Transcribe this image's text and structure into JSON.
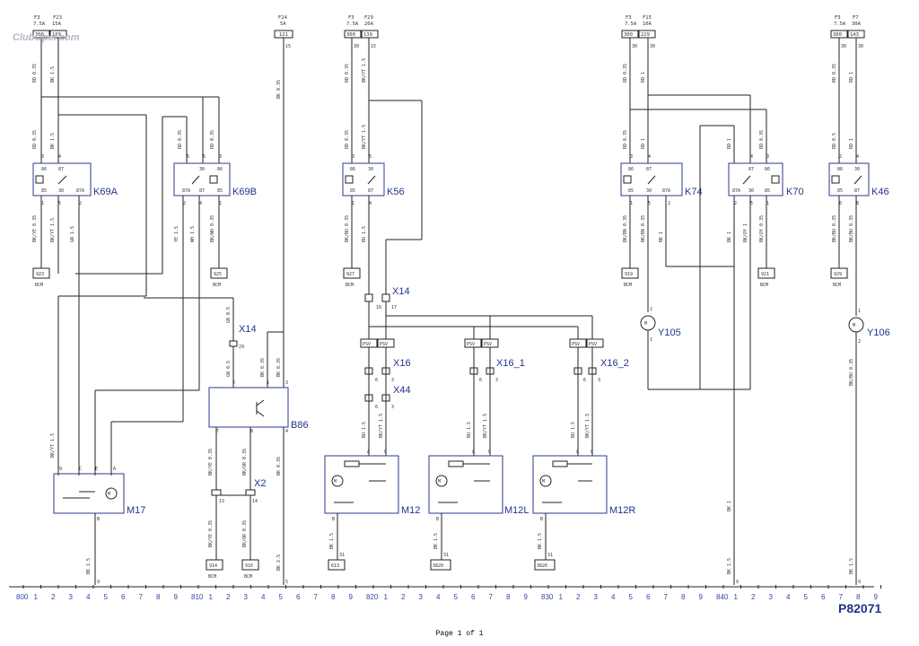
{
  "watermark": "ClubOpel.com",
  "page_label": "Page 1 of 1",
  "diagram_number": "P82071",
  "fuses": [
    {
      "name": "F3",
      "rating": "7.5A",
      "tag": "300"
    },
    {
      "name": "F23",
      "rating": "15A",
      "tag": "129"
    },
    {
      "name": "F24",
      "rating": "5A",
      "tag": "121"
    },
    {
      "name": "F3",
      "rating": "7.5A",
      "tag": "300"
    },
    {
      "name": "F29",
      "rating": "20A",
      "tag": "139"
    },
    {
      "name": "F3",
      "rating": "7.5A",
      "tag": "300"
    },
    {
      "name": "F15",
      "rating": "10A",
      "tag": "229"
    },
    {
      "name": "F3",
      "rating": "7.5A",
      "tag": "300"
    },
    {
      "name": "F7",
      "rating": "30A",
      "tag": "143"
    }
  ],
  "components": {
    "k69a": "K69A",
    "k69b": "K69B",
    "k56": "K56",
    "k74": "K74",
    "k70": "K70",
    "k46": "K46",
    "x14a": "X14",
    "x14b": "X14",
    "x16": "X16",
    "x16_1": "X16_1",
    "x16_2": "X16_2",
    "x44": "X44",
    "x2": "X2",
    "b86": "B86",
    "m17": "M17",
    "m12": "M12",
    "m12l": "M12L",
    "m12r": "M12R",
    "y105": "Y105",
    "y106": "Y106"
  },
  "connectors": [
    {
      "tag": "923",
      "sub": "BCM"
    },
    {
      "tag": "925",
      "sub": "BCM"
    },
    {
      "tag": "927",
      "sub": "BCM"
    },
    {
      "tag": "919",
      "sub": "BCM"
    },
    {
      "tag": "921",
      "sub": "BCM"
    },
    {
      "tag": "929",
      "sub": "BCM"
    },
    {
      "tag": "914",
      "sub": "BCM"
    },
    {
      "tag": "916",
      "sub": "BCM"
    },
    {
      "tag": "31",
      "sub": "613"
    },
    {
      "tag": "31",
      "sub": "3820"
    },
    {
      "tag": "31",
      "sub": "3826"
    }
  ],
  "wire_labels": [
    "RD 0.35",
    "BK 1.5",
    "BK/YE 0.35",
    "BK/YT 1.5",
    "GN 1.5",
    "YE 1.5",
    "WH 1.5",
    "BK/WH 0.35",
    "BK 0.35",
    "BK/YT 1.5",
    "BK/BU 0.35",
    "BU 1.5",
    "GN 0.5",
    "BK/YE 0.35",
    "BK/OR 0.35",
    "BK 2.5",
    "BK/BN 0.35",
    "BK 1",
    "BK/OY 1",
    "BK/OY 0.35",
    "RD 1",
    "RD 0.5",
    "BK/BU 0.35",
    "PSV"
  ],
  "ruler": [
    "800",
    "1",
    "2",
    "3",
    "4",
    "5",
    "6",
    "7",
    "8",
    "9",
    "810",
    "1",
    "2",
    "3",
    "4",
    "5",
    "6",
    "7",
    "8",
    "9",
    "820",
    "1",
    "2",
    "3",
    "4",
    "5",
    "6",
    "7",
    "8",
    "9",
    "830",
    "1",
    "2",
    "3",
    "4",
    "5",
    "6",
    "7",
    "8",
    "9",
    "840",
    "1",
    "2",
    "3",
    "4",
    "5",
    "6",
    "7",
    "8",
    "9"
  ]
}
